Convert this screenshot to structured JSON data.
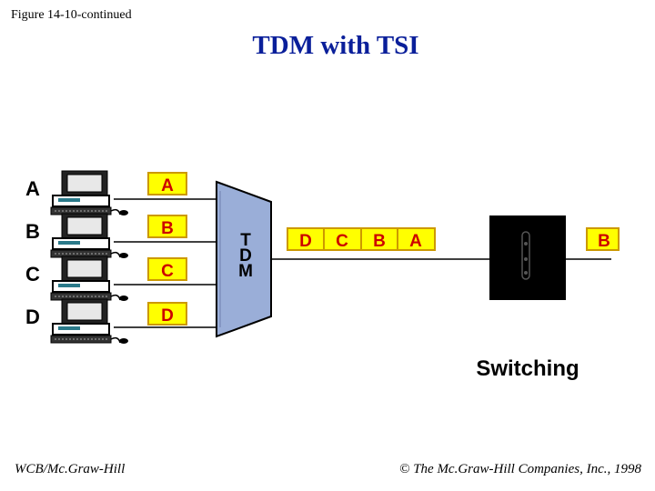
{
  "figure_label": "Figure 14-10-continued",
  "title": "TDM with TSI",
  "footer_left": "WCB/Mc.Graw-Hill",
  "footer_right": "The Mc.Graw-Hill Companies, Inc., 1998",
  "copyright_symbol": "©",
  "stations": [
    {
      "label": "A",
      "box": "A"
    },
    {
      "label": "B",
      "box": "B"
    },
    {
      "label": "C",
      "box": "C"
    },
    {
      "label": "D",
      "box": "D"
    }
  ],
  "mux_label": [
    "T",
    "D",
    "M"
  ],
  "frame_slots": [
    "D",
    "C",
    "B",
    "A"
  ],
  "output_slot": "B",
  "switching_label": "Switching",
  "colors": {
    "title": "#0a1f9a",
    "slot_fill": "#ffff00",
    "slot_border": "#cc9900",
    "slot_text": "#cc0000",
    "mux_fill": "#9aaed8",
    "tsi_box": "#000000"
  }
}
